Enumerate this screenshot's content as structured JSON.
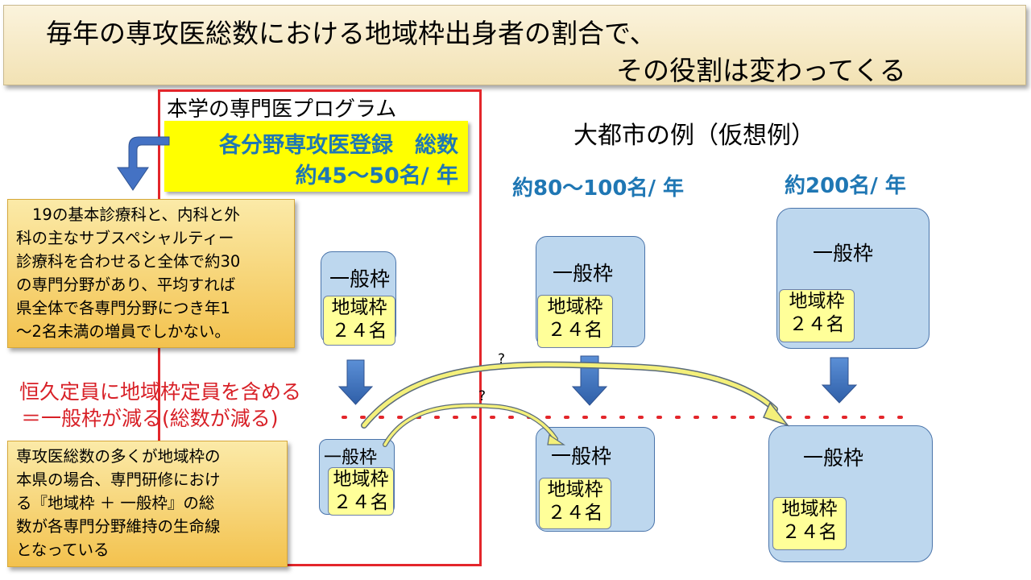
{
  "banner": {
    "line1": "毎年の専攻医総数における地域枠出身者の割合で、",
    "line2": "その役割は変わってくる"
  },
  "program": {
    "title": "本学の専門医プログラム",
    "registration_line1": "各分野専攻医登録　総数",
    "registration_line2": "約45～50名/ 年"
  },
  "note_top": {
    "lines": [
      "19の基本診療科と、内科と外",
      "科の主なサブスペシャルティー",
      "診療科を合わせると全体で約30",
      "の専門分野があり、平均すれば",
      "県全体で各専門分野につき年1",
      "～2名未満の増員でしかない。"
    ]
  },
  "note_bottom": {
    "lines": [
      "専攻医総数の多くが地域枠の",
      "本県の場合、専門研修におけ",
      "る『地域枠 ＋ 一般枠』の総",
      "数が各専門分野維持の生命線",
      "となっている"
    ]
  },
  "red_text": {
    "line1": "恒久定員に地域枠定員を含める",
    "line2": "＝一般枠が減る(総数が減る)"
  },
  "city": {
    "title": "大都市の例（仮想例）",
    "total_a": "約80～100名/ 年",
    "total_b": "約200名/ 年"
  },
  "boxes": {
    "ippan_label": "一般枠",
    "chiiki_label": "地域枠",
    "chiiki_count": "２４名"
  },
  "question_mark": "?",
  "colors": {
    "accent_blue": "#1f77b4",
    "red": "#e3262b",
    "box_blue": "#bdd7ee",
    "box_yellow": "#ffff99",
    "arrow_blue": "#4472c4"
  }
}
